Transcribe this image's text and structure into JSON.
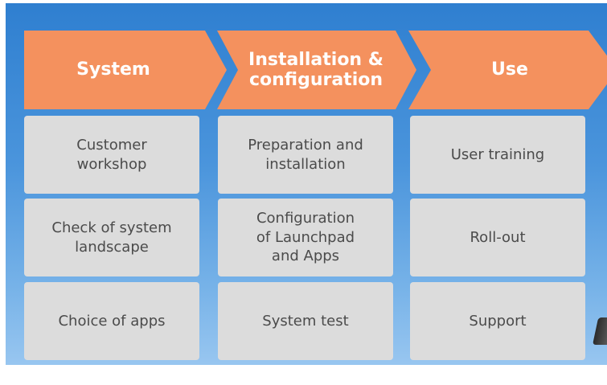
{
  "phases": [
    {
      "label": "System",
      "tasks": [
        "Customer\nworkshop",
        "Check of system\nlandscape",
        "Choice of apps"
      ]
    },
    {
      "label": "Installation &\nconfiguration",
      "tasks": [
        "Preparation and\ninstallation",
        "Configuration\nof Launchpad\nand Apps",
        "System test"
      ]
    },
    {
      "label": "Use",
      "tasks": [
        "User training",
        "Roll-out",
        "Support"
      ]
    }
  ],
  "colors": {
    "phase_fill": "#f4915e",
    "task_fill": "#dcdcdc",
    "panel_top": "#2f7fd0",
    "panel_bottom": "#98c6f0",
    "task_text": "#4b4b4b"
  }
}
